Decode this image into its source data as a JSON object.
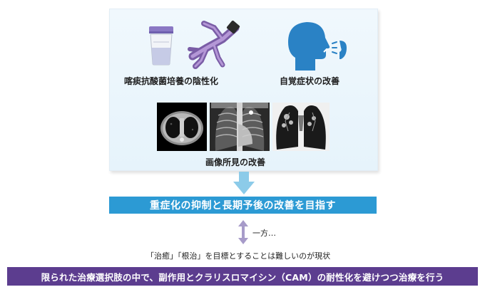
{
  "panel": {
    "caption_sputum": "喀痰抗酸菌培養の陰性化",
    "caption_symptoms": "自覚症状の改善",
    "caption_imaging": "画像所見の改善"
  },
  "goal_band": "重症化の抑制と長期予後の改善を目指す",
  "contrast_note": "一方…",
  "reality_note": "「治癒」「根治」を目標とすることは難しいのが現状",
  "bottom_band": "限られた治療選択肢の中で、副作用とクラリスロマイシン（CAM）の耐性化を避けつつ治療を行う",
  "colors": {
    "panel_bg": "#e8f4fb",
    "goal_band": "#2c9ad4",
    "bottom_band": "#5c3d8f",
    "arrow_light_blue": "#8ccbe9",
    "updown_arrow": "#a79bc9"
  }
}
